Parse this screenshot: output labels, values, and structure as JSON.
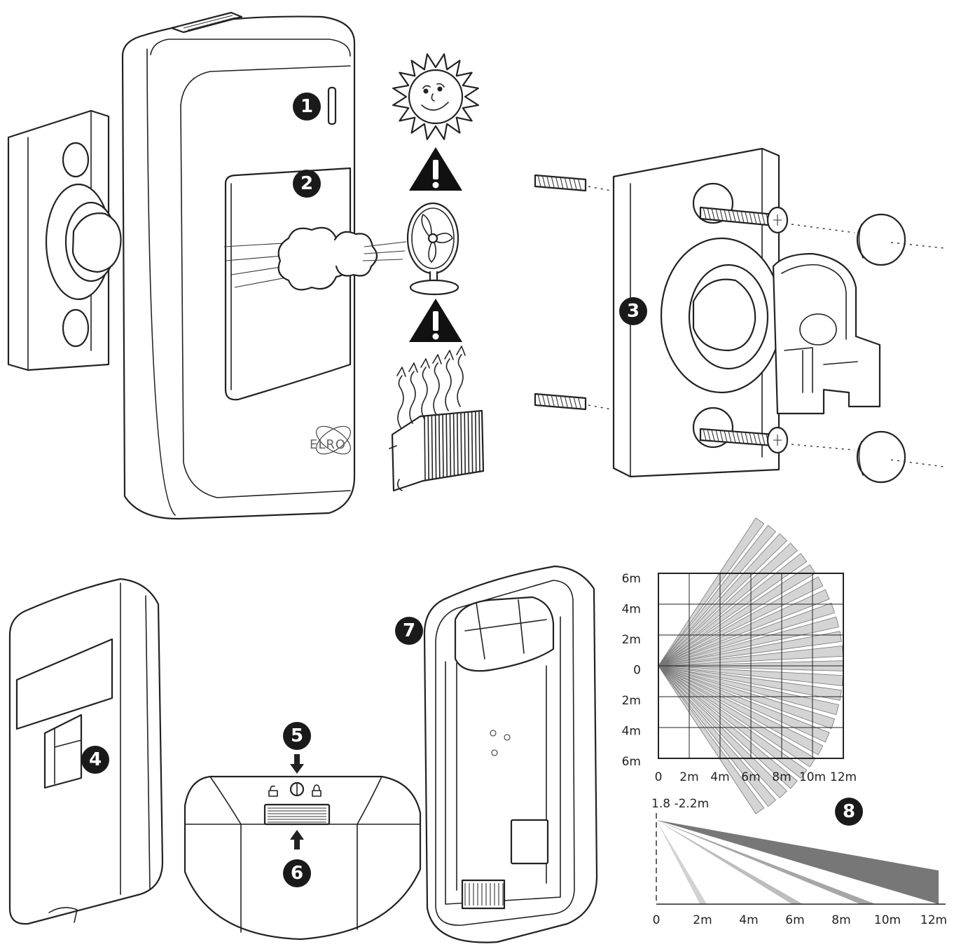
{
  "callouts": [
    "1",
    "2",
    "3",
    "4",
    "5",
    "6",
    "7",
    "8"
  ],
  "brand_text": "ELRO",
  "coverage_top": {
    "y_ticks": [
      "6m",
      "4m",
      "2m",
      "0",
      "2m",
      "4m",
      "6m"
    ],
    "x_ticks": [
      "0",
      "2m",
      "4m",
      "6m",
      "8m",
      "10m",
      "12m"
    ],
    "ray_count": 25,
    "fan_half_angle_deg": 55
  },
  "coverage_side": {
    "height_label": "1.8 -2.2m",
    "x_ticks": [
      "0",
      "2m",
      "4m",
      "6m",
      "8m",
      "10m",
      "12m"
    ],
    "zone_ends_m": [
      2,
      6,
      9,
      12
    ]
  },
  "colors": {
    "ink": "#222222",
    "badge": "#1a1a1a",
    "zone_light": "#cfcfcf",
    "zone_dark": "#777777"
  },
  "icons": [
    "sun-icon",
    "warning-icon",
    "fan-icon",
    "heater-icon",
    "screw-icon",
    "wall-plug-icon",
    "cap-icon"
  ]
}
